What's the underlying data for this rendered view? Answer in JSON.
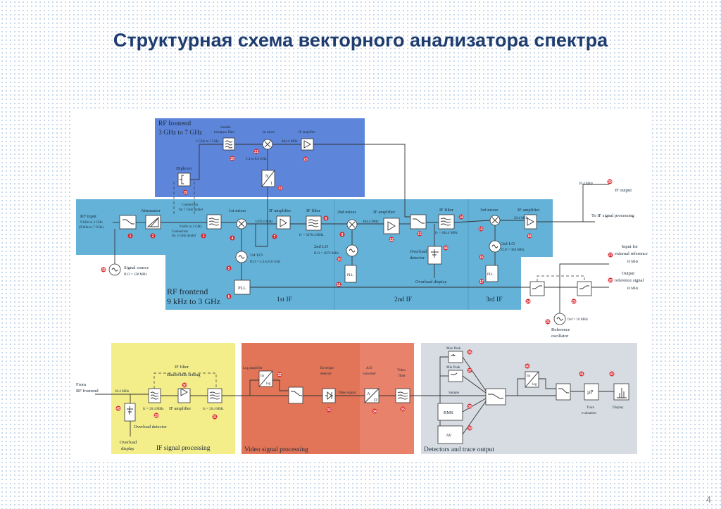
{
  "title": "Структурная схема векторного анализатора спектра",
  "page_number": "4",
  "colors": {
    "rf_high": "#5d86da",
    "rf_low": "#64b2d8",
    "if_proc": "#f3ee8a",
    "video": "#e27557",
    "detectors": "#d6dce2",
    "badge": "#d8232a"
  },
  "rf_high": {
    "title_1": "RF frontend",
    "title_2": "3 GHz to 7 GHz",
    "tunable_filter_1": "tunable",
    "tunable_filter_2": "bandpass filter",
    "mixer": "1st mixer",
    "if_amp": "IF amplifier",
    "band": "3 GHz to 7 GHz",
    "freq_if": "404.4 MHz",
    "lo_range": "3.4 to 6.6 GHz",
    "diplexer": "Diplexer",
    "divider_n": "N",
    "divider_1": "1"
  },
  "rf_low": {
    "title_1": "RF frontend",
    "title_2": "9 kHz to 3 GHz",
    "rf_input": "RF input",
    "rf_input_range_1": "9 kHz to 3 GHz",
    "rf_input_range_2": "(9 kHz to 7 GHz)",
    "attenuator": "Attenuator",
    "conn7_1": "Connection",
    "conn7_2": "for 7 GHz model",
    "band": "9 kHz to 3 GHz",
    "conn3_1": "Connection",
    "conn3_2": "for 3 GHz model",
    "mixer1": "1st mixer",
    "freq1": "3476.4 MHz",
    "if_amp1": "IF amplifier",
    "if_filter1": "IF filter",
    "fc1": "fc = 3476.4 MHz",
    "lo1": "1st LO",
    "lo1_f": "fLO = 3.4 to 6.6 GHz",
    "pll": "PLL",
    "sig_src": "Signal source",
    "sig_src_f": "fLO = 128 MHz",
    "mixer2": "2nd mixer",
    "lo2": "2nd LO",
    "lo2_f": "fLO = 3072 MHz",
    "freq2": "404.4 MHz",
    "if_amp2": "IF amplifier",
    "if_filter2": "IF filter",
    "fc2": "fc = 404.4 MHz",
    "ovl_det_1": "Overload",
    "ovl_det_2": "detector",
    "ovl_disp": "Overload display",
    "mixer3": "3rd mixer",
    "freq3": "20.4 MHz",
    "if_amp3": "IF amplifier",
    "lo3": "3rd LO",
    "lo3_f": "fLO = 384 MHz",
    "stage1": "1st IF",
    "stage2": "2nd IF",
    "stage3": "3rd IF"
  },
  "outputs": {
    "if_out_freq": "20.4 MHz",
    "if_out": "IF output",
    "to_if": "To IF signal processing",
    "ext_ref_1": "Input for",
    "ext_ref_2": "external reference",
    "ext_ref_f": "10 MHz",
    "out_ref_1": "Output",
    "out_ref_2": "reference signal",
    "out_ref_f": "10 MHz",
    "ref_osc_f": "fref = 10 MHz",
    "ref_osc_1": "Reference",
    "ref_osc_2": "oscillator"
  },
  "if_proc": {
    "from_1": "From",
    "from_2": "RF frontend",
    "freq": "20.4 MHz",
    "if_filter": "IF filter",
    "bw": "Bandwidth setting",
    "fc_a": "fc = 20.4 MHz",
    "if_amp": "IF amplifier",
    "fc_b": "fc = 20.4 MHz",
    "ovl_det": "Overload detector",
    "ovl_disp_1": "Overload",
    "ovl_disp_2": "display",
    "title": "IF signal processing"
  },
  "video": {
    "log_amp": "Log amplifier",
    "lin": "lin",
    "log": "log",
    "env_1": "Envelope",
    "env_2": "detector",
    "video_sig": "Video signal",
    "ad_1": "A/D",
    "ad_2": "converter",
    "a": "A",
    "d": "D",
    "vf_1": "Video",
    "vf_2": "filter",
    "title": "Video signal processing"
  },
  "detectors": {
    "max_peak": "Max Peak",
    "min_peak": "Min Peak",
    "sample": "Sample",
    "rms": "RMS",
    "av": "AV",
    "lin": "lin",
    "log": "log",
    "up": "µP",
    "trace_1": "Trace",
    "trace_2": "evaluation",
    "display": "Display",
    "title": "Detectors and trace output"
  },
  "badges": [
    "1",
    "2",
    "3",
    "4",
    "5",
    "6",
    "7",
    "8",
    "9",
    "10",
    "11",
    "12",
    "13",
    "14",
    "15",
    "16",
    "17",
    "18",
    "19",
    "20",
    "21",
    "22",
    "23",
    "24",
    "25",
    "26",
    "27",
    "28",
    "29",
    "30",
    "31",
    "32",
    "33",
    "34",
    "35",
    "36",
    "37",
    "38",
    "39",
    "40",
    "41",
    "42",
    "43",
    "44",
    "45",
    "39"
  ]
}
